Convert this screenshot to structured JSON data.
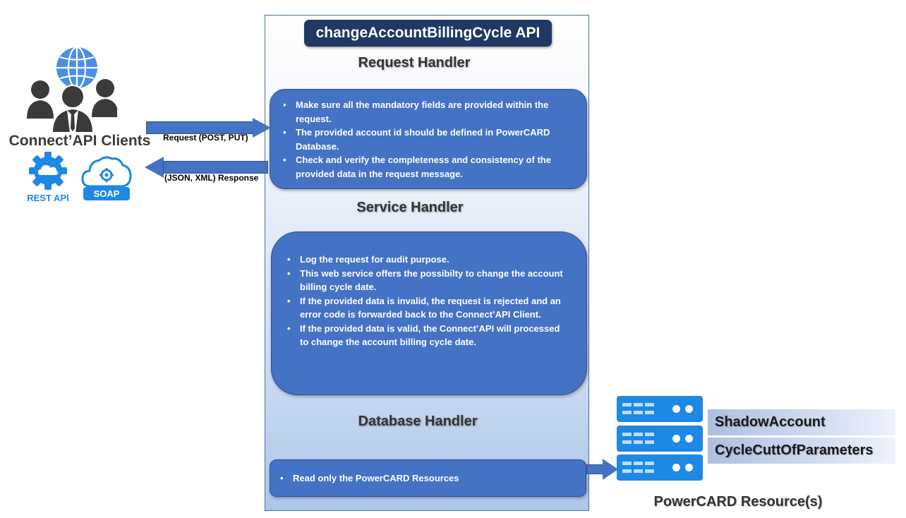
{
  "diagram": {
    "api_title": "changeAccountBillingCycle API",
    "request_handler": {
      "heading": "Request Handler",
      "items": [
        "Make sure all the mandatory fields are provided within the request.",
        "The provided account id should be defined in PowerCARD Database.",
        "Check and verify the completeness and consistency of the provided data in the request message."
      ]
    },
    "service_handler": {
      "heading": "Service Handler",
      "items": [
        "Log the request for audit purpose.",
        "This web service offers the possibilty to change the account billing cycle date.",
        "If the provided data is invalid, the request is rejected and an error code is forwarded back to the Connect’API Client.",
        "If the provided data is valid, the Connect’API will processed to change the account billing cycle date."
      ]
    },
    "database_handler": {
      "heading": "Database Handler",
      "items": [
        "Read only the PowerCARD Resources"
      ]
    },
    "clients": {
      "label": "Connect’API Clients",
      "rest_label": "REST API",
      "soap_label": "SOAP"
    },
    "arrows": {
      "request_label": "Request (POST, PUT)",
      "response_label": "(JSON, XML) Response"
    },
    "resources": {
      "label": "PowerCARD Resource(s)",
      "tables": [
        "ShadowAccount",
        "CycleCuttOfParameters"
      ]
    },
    "colors": {
      "box_fill": "#4472c4",
      "title_fill": "#1f3864",
      "server_blue": "#1e88e5",
      "icon_blue": "#1e88e5",
      "people_dark": "#3a3a3a"
    }
  }
}
